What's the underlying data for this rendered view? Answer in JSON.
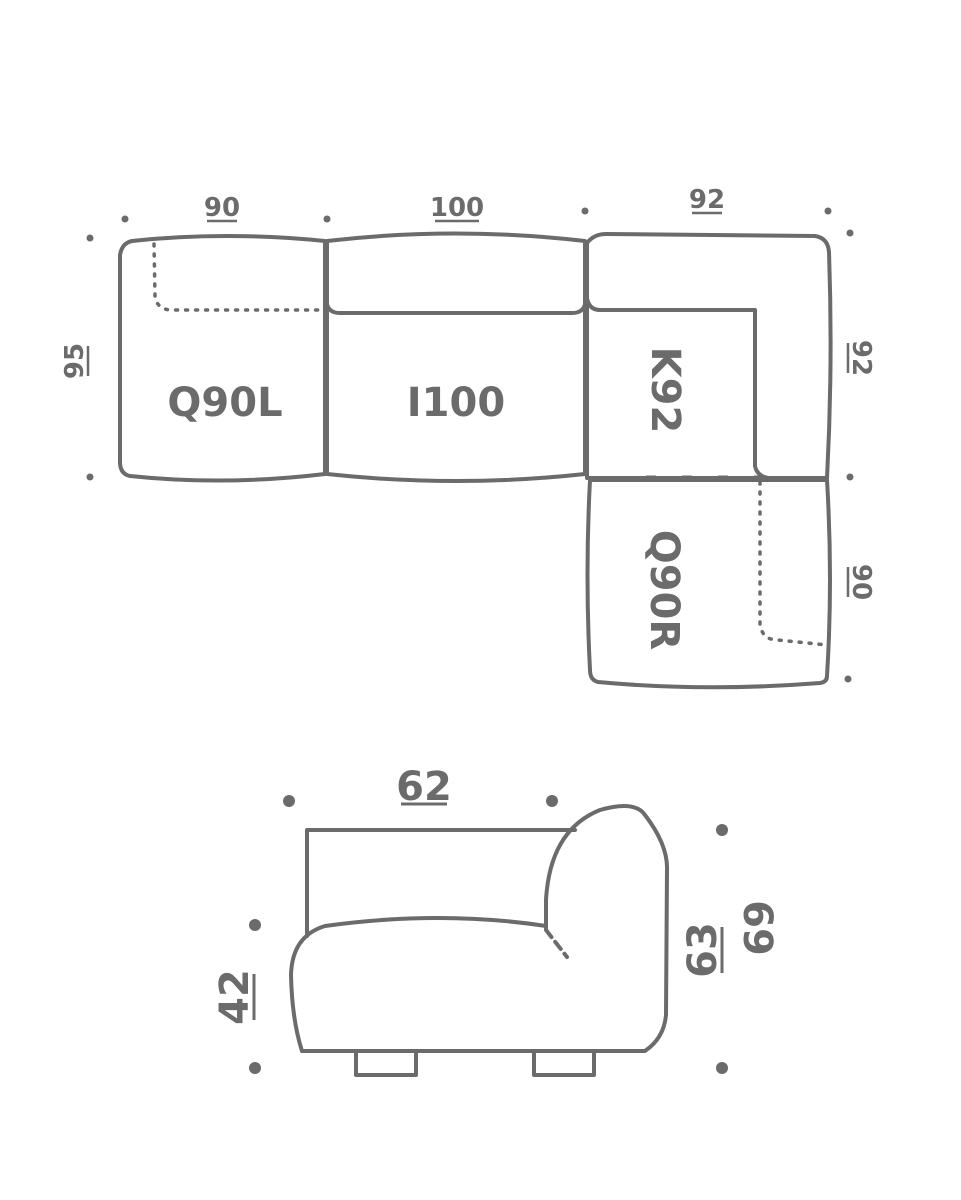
{
  "plan": {
    "dimensions": {
      "q90l_width": "90",
      "i100_width": "100",
      "k92_width": "92",
      "depth_left": "95",
      "k92_depth": "92",
      "q90r_depth": "90"
    },
    "modules": {
      "q90l": "Q90L",
      "i100": "I100",
      "k92": "K92",
      "q90r": "Q90R"
    }
  },
  "side_view": {
    "seat_depth": "62",
    "seat_height": "42",
    "back_height": "63",
    "total_height": "69"
  },
  "colors": {
    "line": "#6b6b6b",
    "background": "#ffffff"
  }
}
